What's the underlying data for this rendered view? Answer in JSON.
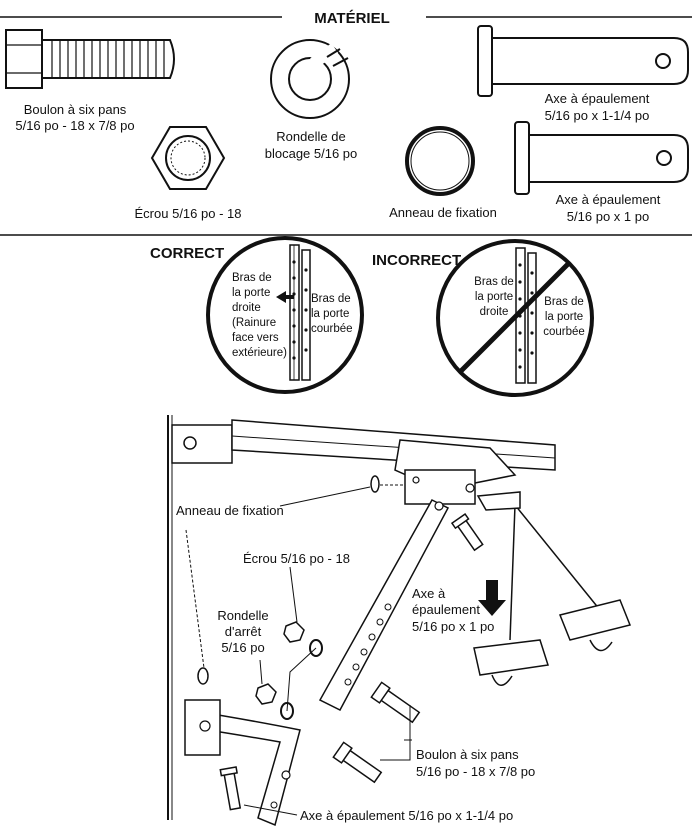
{
  "header": {
    "title": "MATÉRIEL"
  },
  "hardware": {
    "hex_bolt": [
      "Boulon à six pans",
      "5/16 po - 18 x 7/8 po"
    ],
    "lock_washer": [
      "Rondelle de",
      "blocage 5/16 po"
    ],
    "clevis_pin_long": [
      "Axe à épaulement",
      "5/16 po x 1-1/4 po"
    ],
    "nut": [
      "Écrou 5/16 po - 18"
    ],
    "ring_fastener": [
      "Anneau de fixation"
    ],
    "clevis_pin_short": [
      "Axe à épaulement",
      "5/16 po x 1 po"
    ]
  },
  "orientation": {
    "correct": {
      "heading": "CORRECT",
      "straight_arm": [
        "Bras de",
        "la porte",
        "droite",
        "(Rainure",
        "face vers",
        "extérieure)"
      ],
      "curved_arm": [
        "Bras de",
        "la porte",
        "courbée"
      ]
    },
    "incorrect": {
      "heading": "INCORRECT",
      "straight_arm": [
        "Bras de",
        "la porte",
        "droite"
      ],
      "curved_arm": [
        "Bras de",
        "la porte",
        "courbée"
      ]
    }
  },
  "assembly": {
    "ring_fastener": "Anneau de fixation",
    "nut": "Écrou 5/16 po - 18",
    "washer": [
      "Rondelle",
      "d'arrêt",
      "5/16 po"
    ],
    "clevis_pin_short": [
      "Axe à",
      "épaulement",
      "5/16 po x 1 po"
    ],
    "hex_bolt": [
      "Boulon à six pans",
      "5/16 po - 18 x 7/8 po"
    ],
    "clevis_pin_long": "Axe à épaulement 5/16 po x 1-1/4 po"
  }
}
